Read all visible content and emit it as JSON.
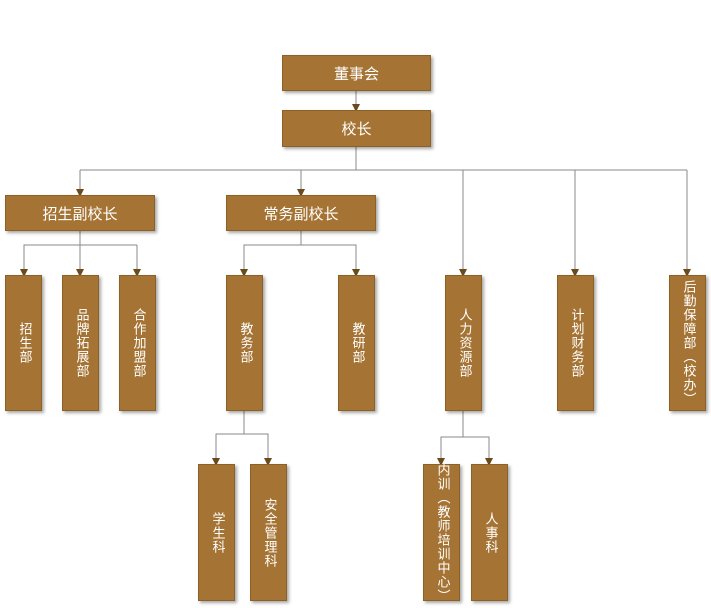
{
  "nodes": {
    "board": "董事会",
    "principal": "校长",
    "vp_admissions": "招生副校长",
    "vp_executive": "常务副校长",
    "admissions_dept": "招生部",
    "brand_dept": "品牌拓展部",
    "partnership_dept": "合作加盟部",
    "academic_affairs": "教务部",
    "teaching_research": "教研部",
    "hr_dept": "人力资源部",
    "planning_finance": "计划财务部",
    "logistics_dept": "后勤保障部（校办）",
    "student_section": "学生科",
    "safety_section": "安全管理科",
    "internal_training_col1": "内训",
    "internal_training_col2": "（教师培训中心）",
    "personnel_section": "人事科"
  },
  "colors": {
    "box_fill": "#a57434",
    "box_border": "#8c6126",
    "text": "#ffffff",
    "connector": "#8a8a8a",
    "arrow": "#6b4a1c"
  }
}
